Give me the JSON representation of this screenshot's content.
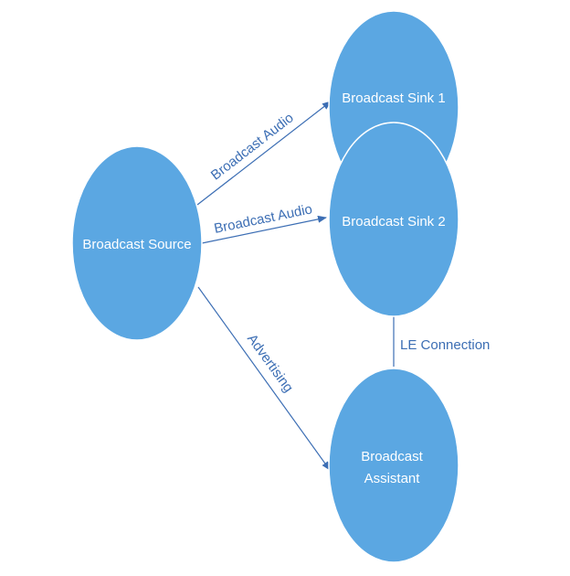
{
  "colors": {
    "node_fill": "#5BA7E2",
    "node_stroke": "#ffffff",
    "edge": "#3C6EB4",
    "edge_text": "#3C6EB4",
    "background": "#ffffff"
  },
  "nodes": {
    "broadcast_source": {
      "label": "Broadcast Source"
    },
    "broadcast_sink_1": {
      "label": "Broadcast Sink 1"
    },
    "broadcast_sink_2": {
      "label": "Broadcast Sink 2"
    },
    "broadcast_assistant": {
      "label_line1": "Broadcast",
      "label_line2": "Assistant"
    }
  },
  "edges": {
    "source_to_sink1": {
      "label": "Broadcast Audio"
    },
    "source_to_sink2": {
      "label": "Broadcast Audio"
    },
    "source_to_assistant": {
      "label": "Advertising"
    },
    "sink2_to_assistant": {
      "label": "LE Connection"
    }
  }
}
